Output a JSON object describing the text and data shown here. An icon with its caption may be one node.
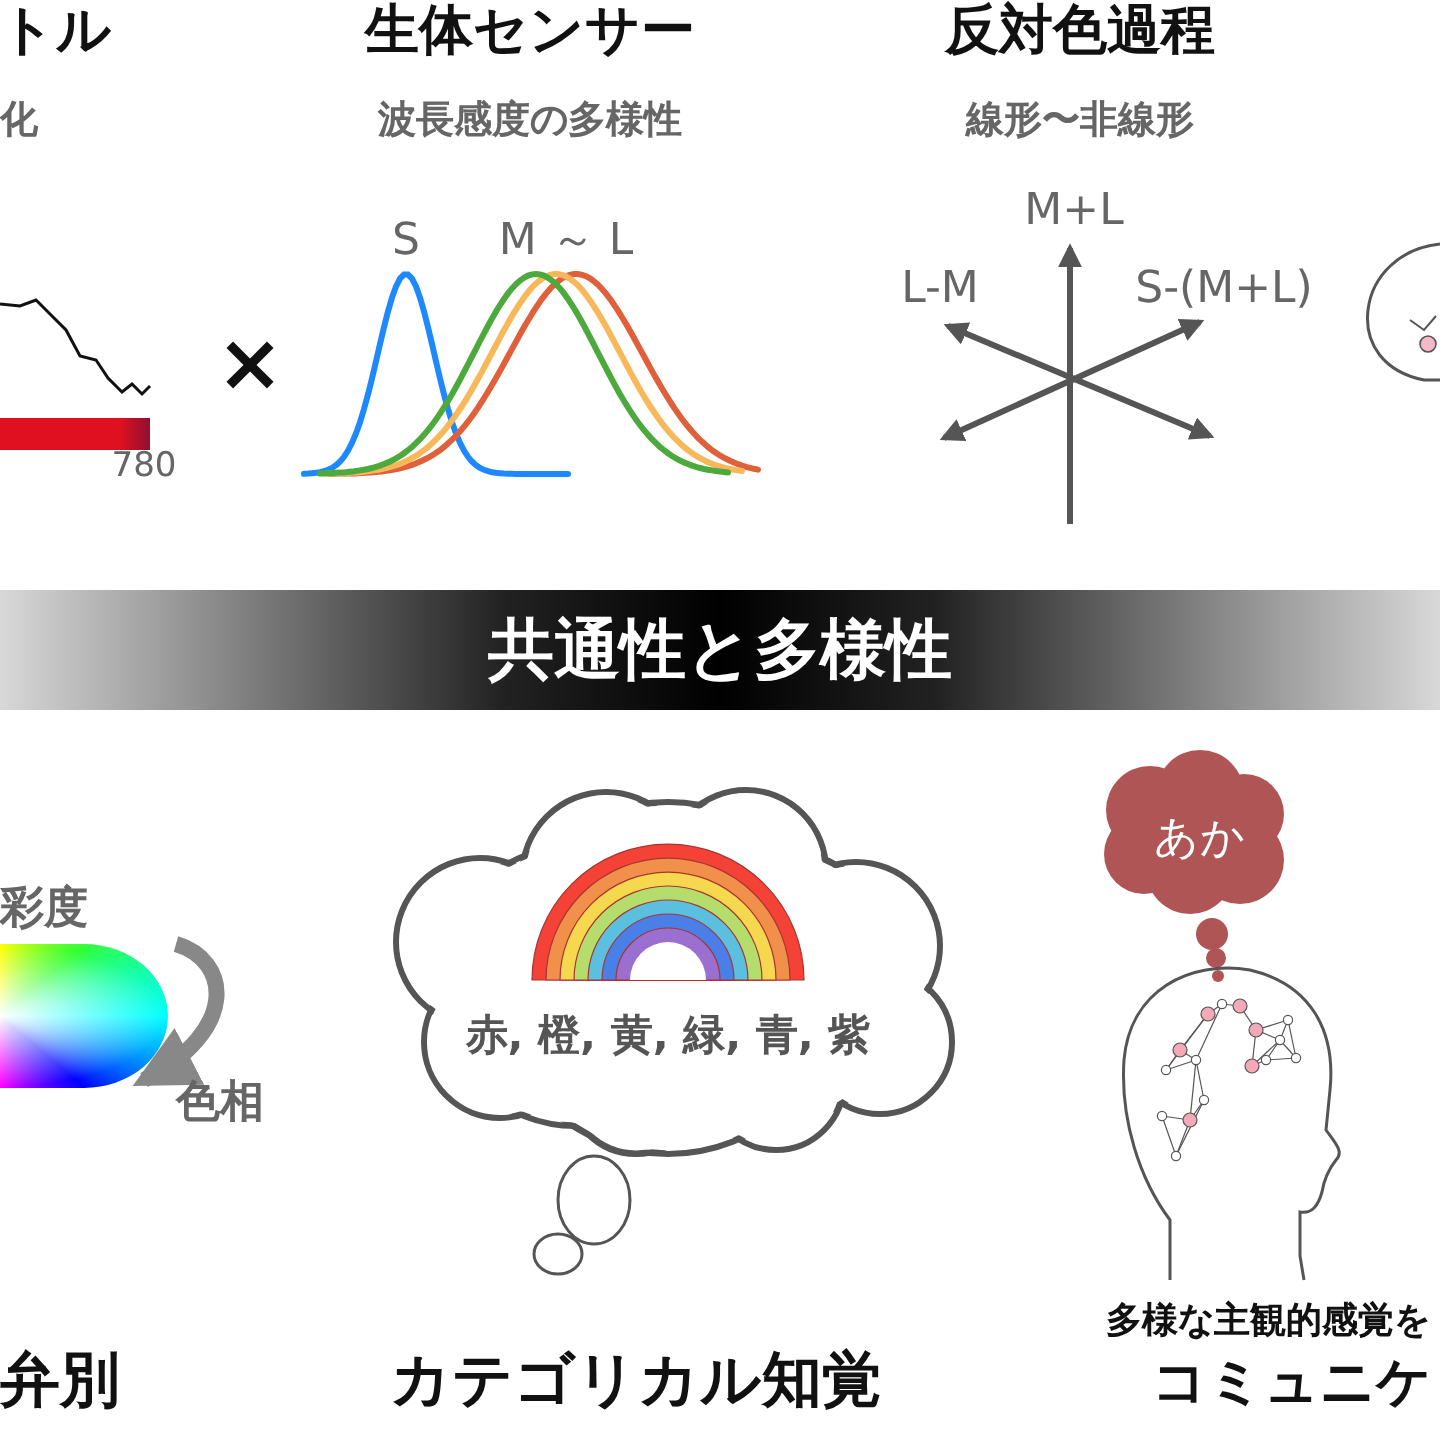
{
  "diagram": {
    "nodes": [
      {
        "text": [
          "共通性と多様性"
        ]
      },
      {
        "text": [
          "赤, 橙, 黄, 緑, 青, 紫"
        ]
      },
      {
        "text": [
          "あか"
        ]
      }
    ],
    "labels": [
      "トル",
      "生体センサー",
      "反対色過程",
      "化",
      "波長感度の多様性",
      "線形〜非線形",
      "M+L",
      "L-M",
      "S-(M+L)",
      "S",
      "M ～ L",
      "×",
      "780",
      "彩度",
      "色相",
      "弁別",
      "カテゴリカル知覚",
      "多様な主観的感覚を",
      "コミュニケ"
    ]
  }
}
